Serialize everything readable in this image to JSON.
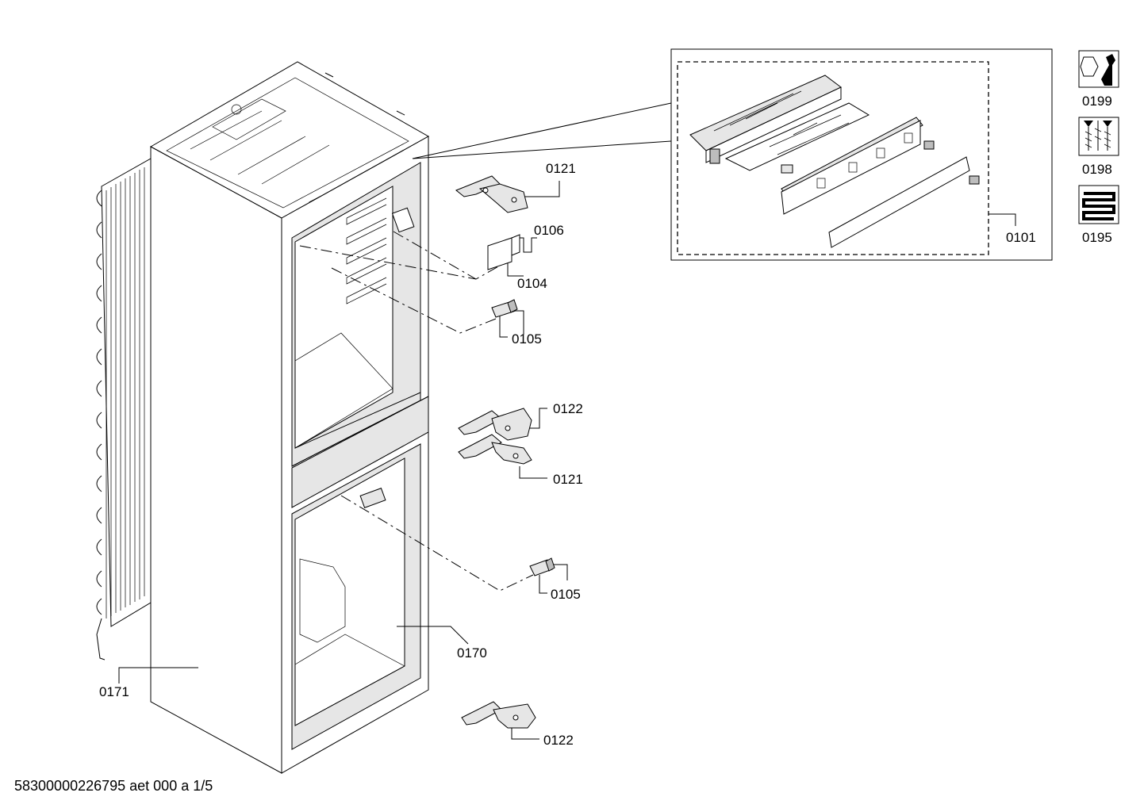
{
  "parts": {
    "p0121_top": "0121",
    "p0106": "0106",
    "p0104": "0104",
    "p0105_top": "0105",
    "p0122_mid": "0122",
    "p0121_mid": "0121",
    "p0105_bottom": "0105",
    "p0170": "0170",
    "p0171": "0171",
    "p0122_bottom": "0122",
    "p0101": "0101"
  },
  "accessories": {
    "a0199": "0199",
    "a0198": "0198",
    "a0195": "0195"
  },
  "footer": "58300000226795 aet 000 a 1/5"
}
